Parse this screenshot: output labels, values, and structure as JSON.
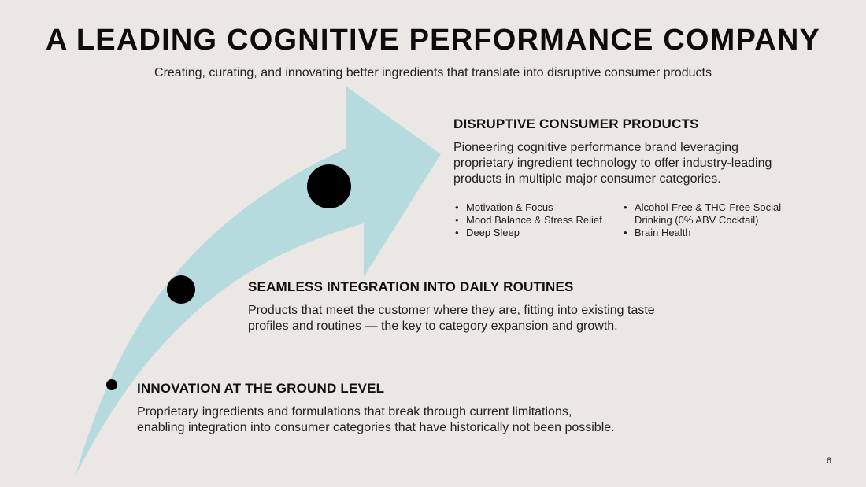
{
  "slide": {
    "title": "A LEADING COGNITIVE PERFORMANCE COMPANY",
    "subtitle": "Creating, curating, and innovating better ingredients that translate into disruptive consumer products",
    "page_number": "6"
  },
  "colors": {
    "background": "#ebe7e4",
    "arrow": "#b6dbdf",
    "dot": "#000000"
  },
  "sections": {
    "disruptive": {
      "heading": "DISRUPTIVE CONSUMER PRODUCTS",
      "body": "Pioneering cognitive performance brand leveraging proprietary ingredient technology to offer industry-leading products in multiple major consumer categories.",
      "bullets_col1": [
        "Motivation & Focus",
        "Mood Balance & Stress Relief",
        "Deep Sleep"
      ],
      "bullets_col2": [
        "Alcohol-Free & THC-Free Social Drinking (0% ABV Cocktail)",
        "Brain Health"
      ]
    },
    "seamless": {
      "heading": "SEAMLESS INTEGRATION INTO DAILY ROUTINES",
      "body": "Products that meet the customer where they are, fitting into existing taste profiles and routines — the key to category expansion and growth."
    },
    "innovation": {
      "heading": "INNOVATION AT THE GROUND LEVEL",
      "body": "Proprietary ingredients and formulations that break through current limitations, enabling integration into consumer categories that have historically not been possible."
    }
  }
}
